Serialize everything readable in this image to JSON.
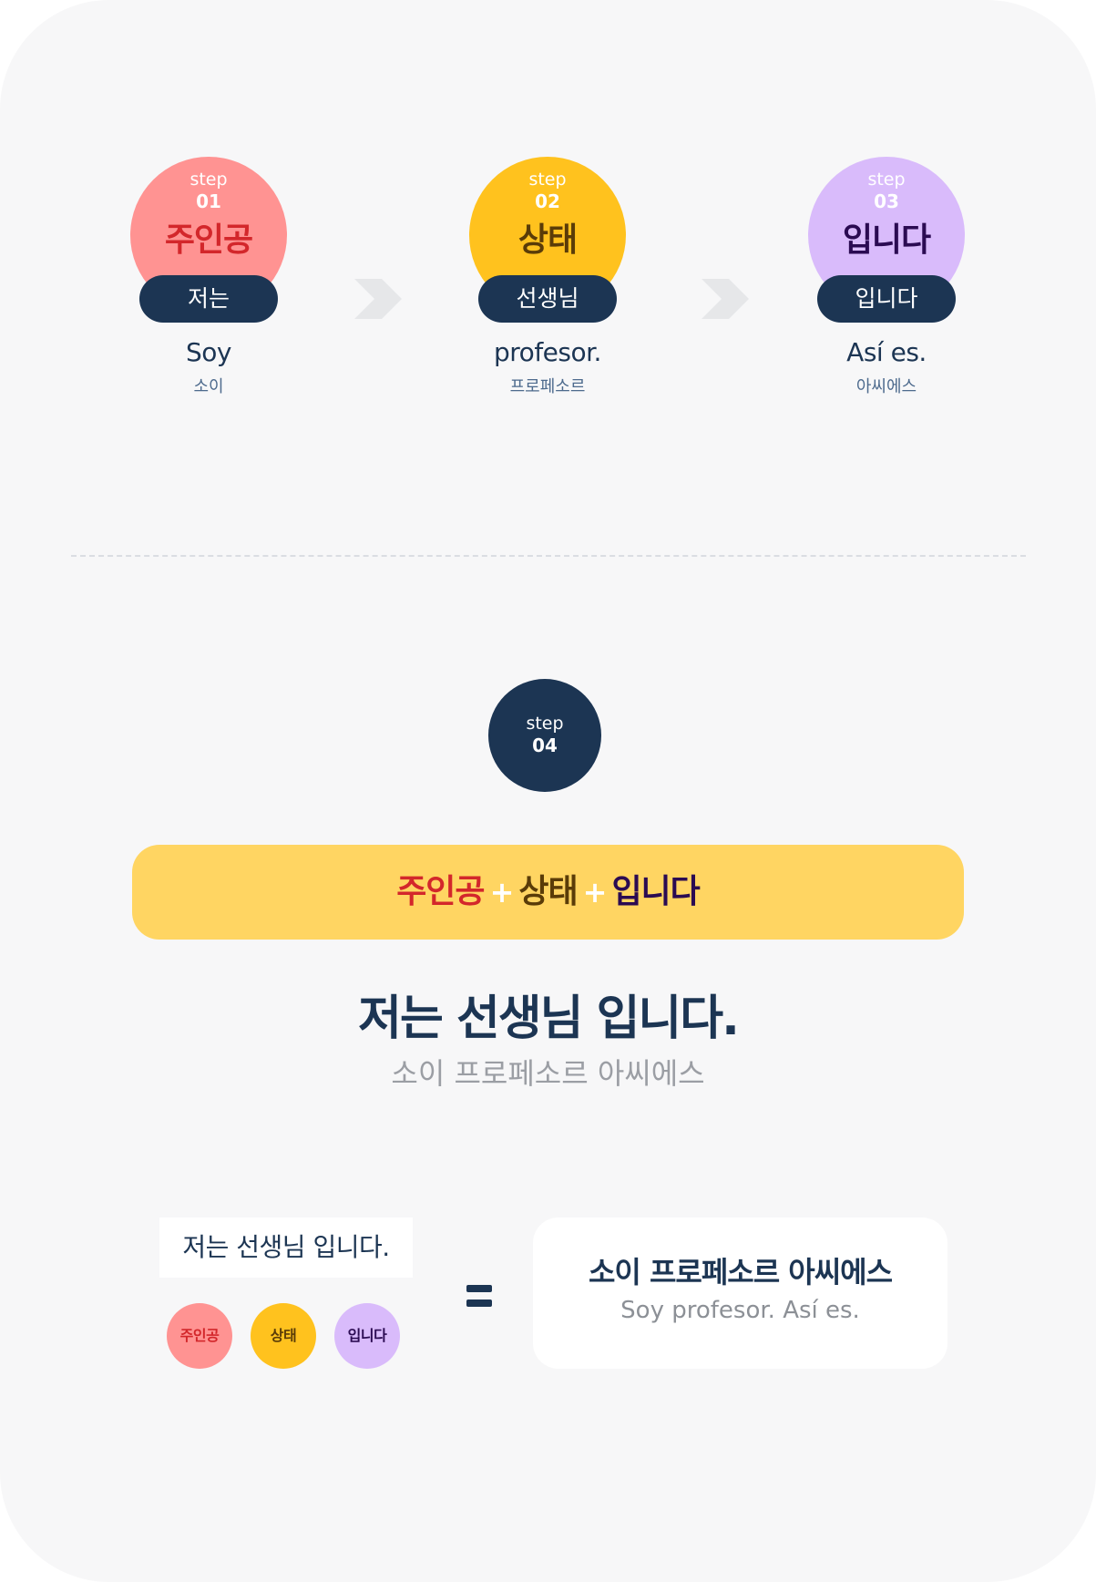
{
  "steps": [
    {
      "step_label": "step",
      "number": "01",
      "role": "주인공",
      "pill": "저는",
      "spanish": "Soy",
      "pron": "소이",
      "color": "#ff9392",
      "role_color": "#d3272b"
    },
    {
      "step_label": "step",
      "number": "02",
      "role": "상태",
      "pill": "선생님",
      "spanish": "profesor.",
      "pron": "프로페소르",
      "color": "#ffc21e",
      "role_color": "#5a3c08"
    },
    {
      "step_label": "step",
      "number": "03",
      "role": "입니다",
      "pill": "입니다",
      "spanish": "Así es.",
      "pron": "아씨에스",
      "color": "#d9bbfb",
      "role_color": "#2b0b52"
    }
  ],
  "step4": {
    "step_label": "step",
    "number": "04"
  },
  "formula": {
    "part1": "주인공",
    "plus1": "+",
    "part2": "상태",
    "plus2": "+",
    "part3": "입니다"
  },
  "sentence": {
    "korean": "저는 선생님 입니다.",
    "pronunciation": "소이 프로페소르 아씨에스"
  },
  "summary": {
    "left_sentence": "저는 선생님 입니다.",
    "chips": [
      "주인공",
      "상태",
      "입니다"
    ],
    "right_korean": "소이 프로페소르 아씨에스",
    "right_spanish": "Soy profesor. Así es."
  },
  "colors": {
    "navy": "#1c3553",
    "formula_bg": "#ffd562",
    "card_bg": "#f7f7f8"
  }
}
